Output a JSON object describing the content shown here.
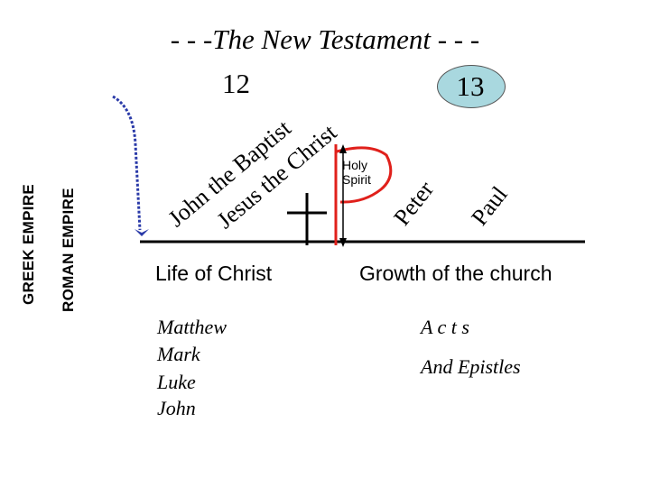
{
  "title": "- - -The New Testament - - -",
  "period_labels": {
    "left": "12",
    "right": "13"
  },
  "empires": [
    "GREEK EMPIRE",
    "ROMAN EMPIRE"
  ],
  "figures": {
    "john_baptist": "John the Baptist",
    "jesus_christ": "Jesus the Christ",
    "holy_spirit": [
      "Holy",
      "Spirit"
    ],
    "peter": "Peter",
    "paul": "Paul"
  },
  "sections": {
    "life": {
      "heading": "Life of Christ",
      "books": [
        "Matthew",
        "Mark",
        "Luke",
        "John"
      ]
    },
    "church": {
      "heading": "Growth of the church",
      "books": [
        "A c t s",
        "And Epistles"
      ]
    }
  },
  "colors": {
    "circle_fill": "#a9d8df",
    "pentecost_red": "#e0201b",
    "arrow_blue": "#2a3aa8"
  }
}
